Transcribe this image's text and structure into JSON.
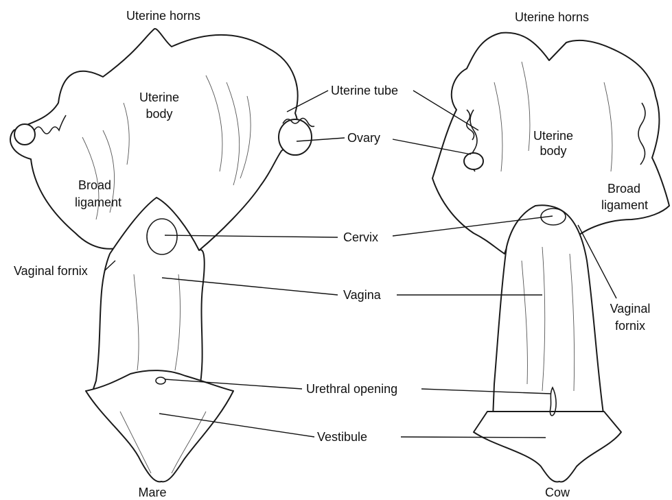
{
  "labels": {
    "mare": {
      "uterine_horns": "Uterine horns",
      "uterine_body_1": "Uterine",
      "uterine_body_2": "body",
      "broad_ligament_1": "Broad",
      "broad_ligament_2": "ligament",
      "vaginal_fornix": "Vaginal fornix",
      "species": "Mare"
    },
    "cow": {
      "uterine_horns": "Uterine horns",
      "uterine_body_1": "Uterine",
      "uterine_body_2": "body",
      "broad_ligament_1": "Broad",
      "broad_ligament_2": "ligament",
      "vaginal_fornix_1": "Vaginal",
      "vaginal_fornix_2": "fornix",
      "species": "Cow"
    },
    "shared": {
      "uterine_tube": "Uterine tube",
      "ovary": "Ovary",
      "cervix": "Cervix",
      "vagina": "Vagina",
      "urethral_opening": "Urethral opening",
      "vestibule": "Vestibule"
    }
  }
}
